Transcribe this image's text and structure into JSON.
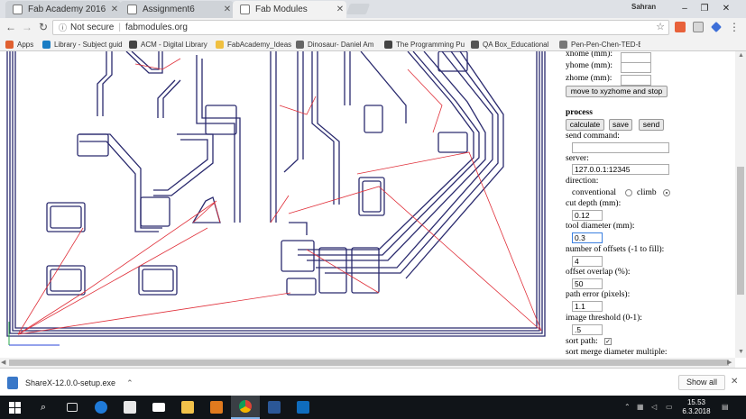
{
  "browser": {
    "tabs": [
      {
        "title": "Fab Academy 2016",
        "active": false
      },
      {
        "title": "Assignment6",
        "active": false
      },
      {
        "title": "Fab Modules",
        "active": true
      }
    ],
    "profile": "Sahran",
    "address": {
      "security": "Not secure",
      "url": "fabmodules.org"
    },
    "bookmarks": [
      {
        "label": "Apps",
        "color": "#e06030"
      },
      {
        "label": "Library - Subject guid",
        "color": "#1a7dc4"
      },
      {
        "label": "ACM - Digital Library",
        "color": "#444444"
      },
      {
        "label": "FabAcademy_Ideas",
        "color": "#f0c040"
      },
      {
        "label": "Dinosaur- Daniel Am",
        "color": "#666666"
      },
      {
        "label": "The Programming Pu",
        "color": "#444444"
      },
      {
        "label": "QA Box_Educational C",
        "color": "#555555"
      },
      {
        "label": "Pen-Pen-Chen-TED-E",
        "color": "#777777"
      }
    ]
  },
  "controls": {
    "xhome_label": "xhome (mm):",
    "yhome_label": "yhome (mm):",
    "zhome_label": "zhome (mm):",
    "move_button": "move to xyzhome and stop",
    "process_heading": "process",
    "calculate_button": "calculate",
    "save_button": "save",
    "send_button": "send",
    "send_command_label": "send command:",
    "send_command_value": "",
    "server_label": "server:",
    "server_value": "127.0.0.1:12345",
    "direction_label": "direction:",
    "conventional_label": "conventional",
    "climb_label": "climb",
    "direction_selected": "climb",
    "cut_depth_label": "cut depth (mm):",
    "cut_depth_value": "0.12",
    "tool_diameter_label": "tool diameter (mm):",
    "tool_diameter_value": "0.3",
    "offsets_label": "number of offsets (-1 to fill):",
    "offsets_value": "4",
    "overlap_label": "offset overlap (%):",
    "overlap_value": "50",
    "path_error_label": "path error (pixels):",
    "path_error_value": "1.1",
    "threshold_label": "image threshold (0-1):",
    "threshold_value": ".5",
    "sort_path_label": "sort path:",
    "sort_path_checked": true,
    "sort_merge_label": "sort merge diameter multiple:"
  },
  "download": {
    "filename": "ShareX-12.0.0-setup.exe",
    "show_all": "Show all"
  },
  "taskbar": {
    "time": "15.53",
    "date": "6.3.2018"
  },
  "colors": {
    "toolpath": "#2a2a6e",
    "travel": "#e0303a",
    "accent": "#1a73e8"
  }
}
